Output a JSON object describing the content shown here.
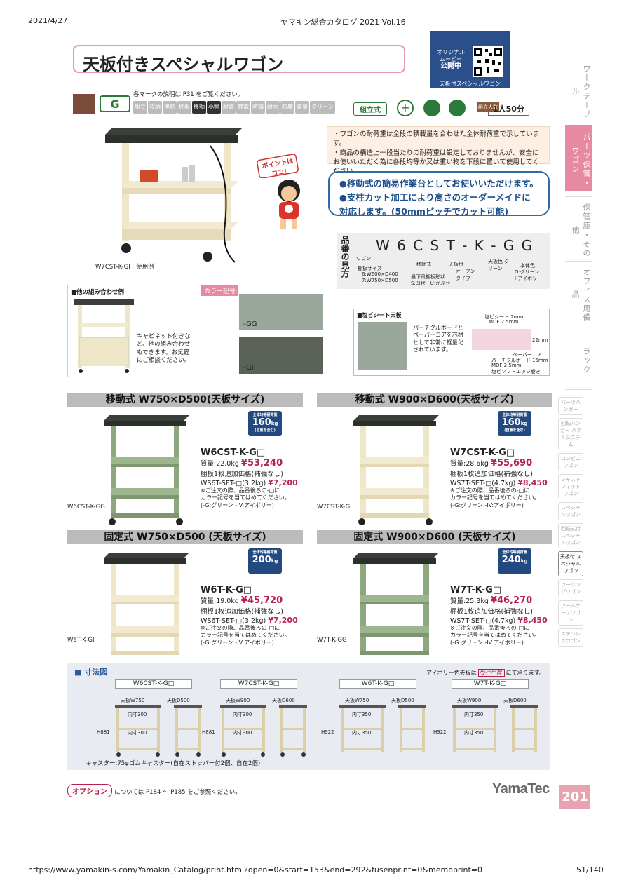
{
  "header": {
    "date": "2021/4/27",
    "catalog": "ヤマキン総合カタログ 2021 Vol.16"
  },
  "title": "天板付きスペシャルワゴン",
  "movie": {
    "line1": "オリジナル",
    "line2": "ムービー",
    "line3": "公開中",
    "caption": "天板付スペシャルワゴン"
  },
  "side_tabs": [
    {
      "label": "ワークテーブル",
      "active": false
    },
    {
      "label": "パーツ保管・ワゴン",
      "active": true
    },
    {
      "label": "保管庫・その他",
      "active": false
    },
    {
      "label": "オフィス用備品",
      "active": false
    },
    {
      "label": "ラック",
      "active": false
    }
  ],
  "mini_tags": [
    {
      "label": "パーツハンガー",
      "active": false
    },
    {
      "label": "回転ハンガー パネルシステム",
      "active": false
    },
    {
      "label": "コンビニワゴン",
      "active": false
    },
    {
      "label": "ジャストフィットワゴン",
      "active": false
    },
    {
      "label": "スペシャルワゴン",
      "active": false
    },
    {
      "label": "回転式付 スペシャルワゴン",
      "active": false
    },
    {
      "label": "天板付 スペシャルワゴン",
      "active": true
    },
    {
      "label": "ツーリングワゴン",
      "active": false
    },
    {
      "label": "ツールケースワゴン",
      "active": false
    },
    {
      "label": "ステンレスワゴン",
      "active": false
    }
  ],
  "marks": {
    "note": "各マークの説明は P31 をご覧ください。",
    "items": [
      "組立",
      "収納",
      "連結",
      "棚板",
      "移動",
      "小物",
      "耐震",
      "静電",
      "防錆",
      "耐水",
      "防塵",
      "重量",
      "クリーン"
    ],
    "on": [
      "移動",
      "小物"
    ],
    "assembly": "組立式",
    "person": "1人50分",
    "person_tag": "組立人数"
  },
  "notes": [
    "・ワゴンの耐荷重は全段の積載量を合わせた全体耐荷重で示しています。",
    "・商品の構造上一段当たりの耐荷重は設定しておりませんが、安全にお使いいただく為に各段均等か又は重い物を下段に置いて使用してください。"
  ],
  "point": {
    "tag": "ポイントはココ!",
    "line1": "●移動式の簡易作業台としてお使いいただけます。",
    "line2": "●支柱カット加工により高さのオーダーメイドに対応します。(50mmピッチでカット可能)"
  },
  "hero_caption": "W7CST-K-GI　使用例",
  "hinban": {
    "title": "品番の見方",
    "code": "W 6 C S T - K - G G",
    "labels": {
      "wagon": "ワゴン",
      "size_head": "棚板サイズ",
      "size1": "6:W600×D400",
      "size2": "7:W750×D500",
      "move": "移動式",
      "top": "天板付",
      "open": "オープン タイプ",
      "shape_head": "最下段棚板形状",
      "shape": "S:凹状　U:かぶせ",
      "topcolor": "天板色 グリーン",
      "body_head": "本体色",
      "body1": "G:グリーン",
      "body2": "I:アイボリー"
    }
  },
  "combo": {
    "head": "■他の組み合わせ例",
    "text": "キャビネット付きなど、他の組み合わせもできます。お気軽にご相談ください。"
  },
  "color": {
    "head": "カラー記号",
    "gg": "-GG",
    "gi": "-GI"
  },
  "pvc": {
    "head": "■塩ビシート天板",
    "text": "パーチクルボードとペーパーコアを芯材として非常に軽量化されています。",
    "d1": "塩ビシート 2mm",
    "d2": "MDF 2.5mm",
    "d3": "22mm",
    "d4": "ペーパーコア",
    "d5": "パーチクルボード 15mm",
    "d6": "MDF 2.5mm",
    "d7": "塩ビソフトエッジ巻き"
  },
  "products": [
    {
      "section": "移動式 W750×D500(天板サイズ)",
      "photo_label": "W6CST-K-GG",
      "model": "W6CST-K-G□",
      "weight": "質量:22.0kg",
      "price": "¥53,240",
      "extra": "棚板1枚追加価格(補強なし)",
      "set": "WS6T-SET-□(3.2kg)",
      "set_price": "¥7,200",
      "note1": "※ご注文の際、品番後ろの-□に",
      "note2": "カラー記号を当てはめてください。",
      "note3": "(-G:グリーン -IV:アイボリー)",
      "load_top": "全体均等耐荷重",
      "load": "160",
      "load_unit": "kg",
      "load_sub": "(自重を含む)",
      "color": "green",
      "caster": true
    },
    {
      "section": "移動式 W900×D600(天板サイズ)",
      "photo_label": "W7CST-K-GI",
      "model": "W7CST-K-G□",
      "weight": "質量:28.6kg",
      "price": "¥55,690",
      "extra": "棚板1枚追加価格(補強なし)",
      "set": "WS7T-SET-□(4.7kg)",
      "set_price": "¥8,450",
      "note1": "※ご注文の際、品番後ろの-□に",
      "note2": "カラー記号を当てはめてください。",
      "note3": "(-G:グリーン -IV:アイボリー)",
      "load_top": "全体均等耐荷重",
      "load": "160",
      "load_unit": "kg",
      "load_sub": "(自重を含む)",
      "color": "ivory",
      "caster": true
    },
    {
      "section": "固定式 W750×D500 (天板サイズ)",
      "photo_label": "W6T-K-GI",
      "model": "W6T-K-G□",
      "weight": "質量:19.0kg",
      "price": "¥45,720",
      "extra": "棚板1枚追加価格(補強なし)",
      "set": "WS6T-SET-□(3.2kg)",
      "set_price": "¥7,200",
      "note1": "※ご注文の際、品番後ろの-□に",
      "note2": "カラー記号を当てはめてください。",
      "note3": "(-G:グリーン -IV:アイボリー)",
      "load_top": "全体均等耐荷重",
      "load": "200",
      "load_unit": "kg",
      "load_sub": "",
      "color": "ivory",
      "caster": false
    },
    {
      "section": "固定式 W900×D600 (天板サイズ)",
      "photo_label": "W7T-K-GG",
      "model": "W7T-K-G□",
      "weight": "質量:25.3kg",
      "price": "¥46,270",
      "extra": "棚板1枚追加価格(補強なし)",
      "set": "WS7T-SET-□(4.7kg)",
      "set_price": "¥8,450",
      "note1": "※ご注文の際、品番後ろの-□に",
      "note2": "カラー記号を当てはめてください。",
      "note3": "(-G:グリーン -IV:アイボリー)",
      "load_top": "全体均等耐荷重",
      "load": "240",
      "load_unit": "kg",
      "load_sub": "",
      "color": "green",
      "caster": false
    }
  ],
  "dimensions": {
    "head": "■ 寸法図",
    "ivory_note_pre": "アイボリー色天板は",
    "ivory_note_tag": "受注生産",
    "ivory_note_post": "にて承ります。",
    "groups": [
      {
        "model": "W6CST-K-G□",
        "w": "天板W750",
        "d": "天板D500",
        "h": "H881",
        "s1": "内寸300",
        "s2": "内寸300"
      },
      {
        "model": "W7CST-K-G□",
        "w": "天板W900",
        "d": "天板D600",
        "h": "H881",
        "s1": "内寸300",
        "s2": "内寸300"
      },
      {
        "model": "W6T-K-G□",
        "w": "天板W750",
        "d": "天板D500",
        "h": "H922",
        "s1": "内寸350",
        "s2": "内寸350"
      },
      {
        "model": "W7T-K-G□",
        "w": "天板W900",
        "d": "天板D600",
        "h": "H922",
        "s1": "内寸350",
        "s2": "内寸350"
      }
    ],
    "caster": "キャスター:75φゴムキャスター(自在ストッパー付2個、自在2個)"
  },
  "option": {
    "label": "オプション",
    "text": "については P184 〜 P185 をご参照ください。"
  },
  "logo": "YamaTec",
  "page": "201",
  "footer": {
    "url": "https://www.yamakin-s.com/Yamakin_Catalog/print.html?open=0&start=153&end=292&fusenprint=0&memoprint=0",
    "count": "51/140"
  }
}
